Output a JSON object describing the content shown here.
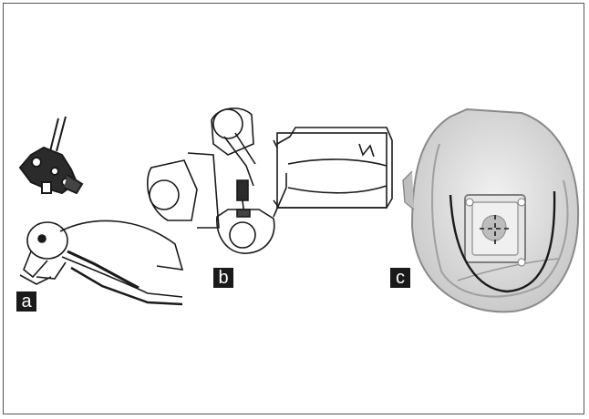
{
  "figure": {
    "panels": [
      {
        "label": "a",
        "depicts": "patient-prone-with-skull-clamp"
      },
      {
        "label": "b",
        "depicts": "operating-table-top-view"
      },
      {
        "label": "c",
        "depicts": "craniotomy-incision-view"
      }
    ],
    "colors": {
      "ink": "#1a1a1a",
      "label_bg": "#1a1a1a",
      "label_text": "#ffffff",
      "frame": "#555555"
    }
  }
}
